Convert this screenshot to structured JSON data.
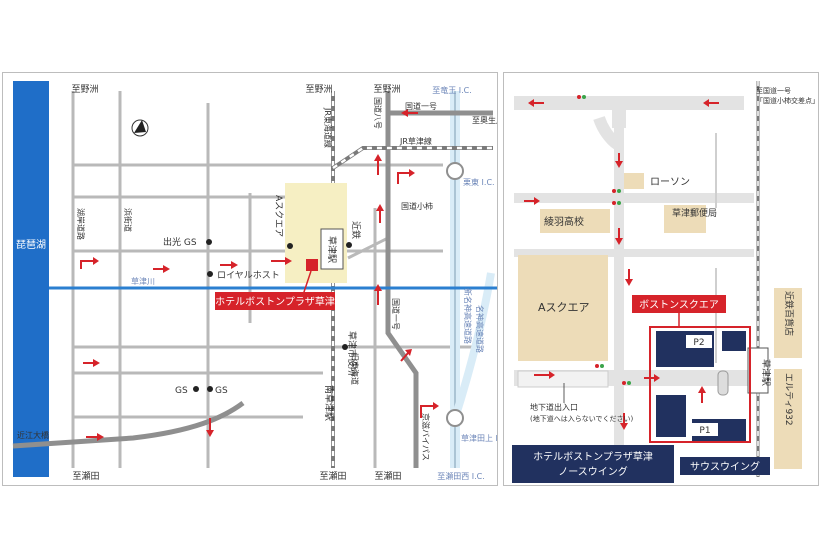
{
  "colors": {
    "lake": "#1f6ec8",
    "river": "#2b7fd0",
    "hotel_red": "#d6232a",
    "block_beige": "#eddcb8",
    "building_navy": "#21315f",
    "highway_blue": "#d9ecf7",
    "station_highlight": "#f6efc3"
  },
  "left_map": {
    "lake_label": "琵琶湖",
    "top_labels": {
      "l1": "至野洲",
      "l2": "至野洲",
      "l3": "至野洲",
      "l4": "至竜王 I.C.",
      "l5": "至奧生川"
    },
    "bottom_labels": {
      "b1": "至瀬田",
      "b2": "至瀬田",
      "b3": "至瀬田",
      "b4": "至瀬田西 I.C."
    },
    "rail_jr": "JR東海道線",
    "rail_kusatsu_line": "JR草津線",
    "route8": "国道八号",
    "route1_top": "国道一号",
    "route1_mid": "国道一号",
    "kotobuki": "国道小柿",
    "ritto_ic": "栗東 I.C.",
    "river_label": "草津川",
    "shinmeishin": "新名神高速道路",
    "meishin": "名神高速道路",
    "kyuto": "旧東海道",
    "keiji_bypass": "京滋バイパス",
    "kusatsu_tanakami": "草津田上 I.C.",
    "kosui": "湖岸道路",
    "hama": "浜街道",
    "idemitsu": "出光 GS",
    "royal_host": "ロイヤルホスト",
    "a_square": "Aスクエア",
    "kintetsu": "近鉄",
    "kusatsu_station": "草津駅",
    "city_office": "草津市役所",
    "minami_kusatsu": "南草津駅",
    "gs_left": "GS",
    "gs_right": "GS",
    "omi_bridge": "近江大橋",
    "hotel_label": "ホテルボストンプラザ草津"
  },
  "right_map": {
    "top_sign": "至国道一号",
    "top_sign2": "「国道小柿交差点」",
    "lawson": "ローソン",
    "ryoha": "綾羽高校",
    "post_office": "草津郵便局",
    "a_square": "Aスクエア",
    "boston_square": "ボストンスクエア",
    "p2": "P2",
    "p1": "P1",
    "kintetsu_dept": "近鉄百貨店",
    "kusatsu_station": "草津駅",
    "elty": "エルティ932",
    "underpass_1": "地下道出入口",
    "underpass_2": "(地下道へは入らないでください)",
    "north_wing_1": "ホテルボストンプラザ草津",
    "north_wing_2": "ノースウイング",
    "south_wing": "サウスウイング"
  }
}
